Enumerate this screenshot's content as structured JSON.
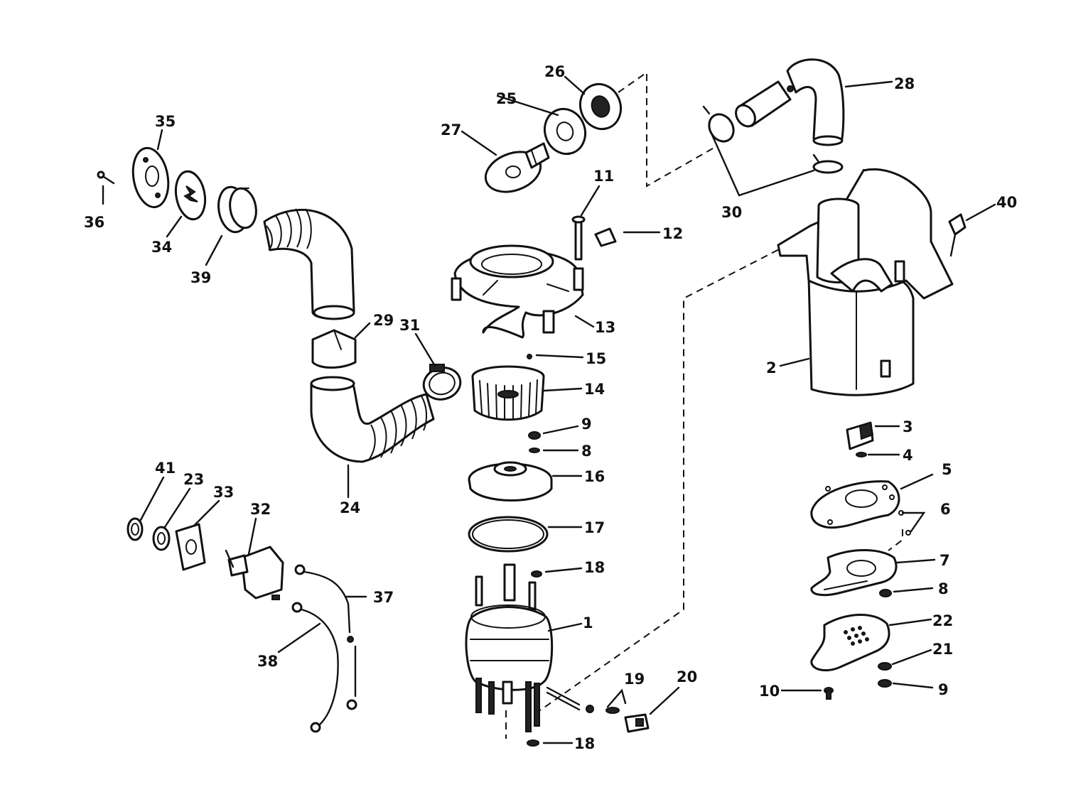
{
  "callouts": {
    "c1": "1",
    "c2": "2",
    "c3": "3",
    "c4": "4",
    "c5": "5",
    "c6": "6",
    "c7": "7",
    "c8a": "8",
    "c8b": "8",
    "c9a": "9",
    "c9b": "9",
    "c10": "10",
    "c11": "11",
    "c12": "12",
    "c13": "13",
    "c14": "14",
    "c15": "15",
    "c16": "16",
    "c17": "17",
    "c18a": "18",
    "c18b": "18",
    "c19": "19",
    "c20": "20",
    "c21": "21",
    "c22": "22",
    "c23": "23",
    "c24": "24",
    "c25": "25",
    "c26": "26",
    "c27": "27",
    "c28": "28",
    "c29": "29",
    "c30": "30",
    "c31": "31",
    "c32": "32",
    "c33": "33",
    "c34": "34",
    "c35": "35",
    "c36": "36",
    "c37": "37",
    "c38": "38",
    "c39": "39",
    "c40": "40",
    "c41": "41"
  },
  "colors": {
    "ink": "#111111",
    "paper": "#ffffff"
  }
}
